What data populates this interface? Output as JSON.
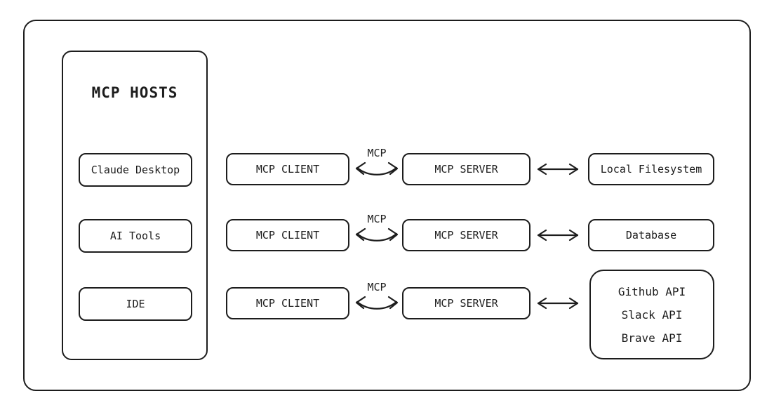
{
  "colors": {
    "stroke": "#1d1d1d",
    "background": "#ffffff"
  },
  "hosts_panel": {
    "title": "MCP HOSTS"
  },
  "rows": [
    {
      "host": "Claude Desktop",
      "client": "MCP CLIENT",
      "protocol": "MCP",
      "server": "MCP SERVER",
      "resources": [
        "Local Filesystem"
      ]
    },
    {
      "host": "AI Tools",
      "client": "MCP CLIENT",
      "protocol": "MCP",
      "server": "MCP SERVER",
      "resources": [
        "Database"
      ]
    },
    {
      "host": "IDE",
      "client": "MCP CLIENT",
      "protocol": "MCP",
      "server": "MCP SERVER",
      "resources": [
        "Github API",
        "Slack API",
        "Brave API"
      ]
    }
  ]
}
